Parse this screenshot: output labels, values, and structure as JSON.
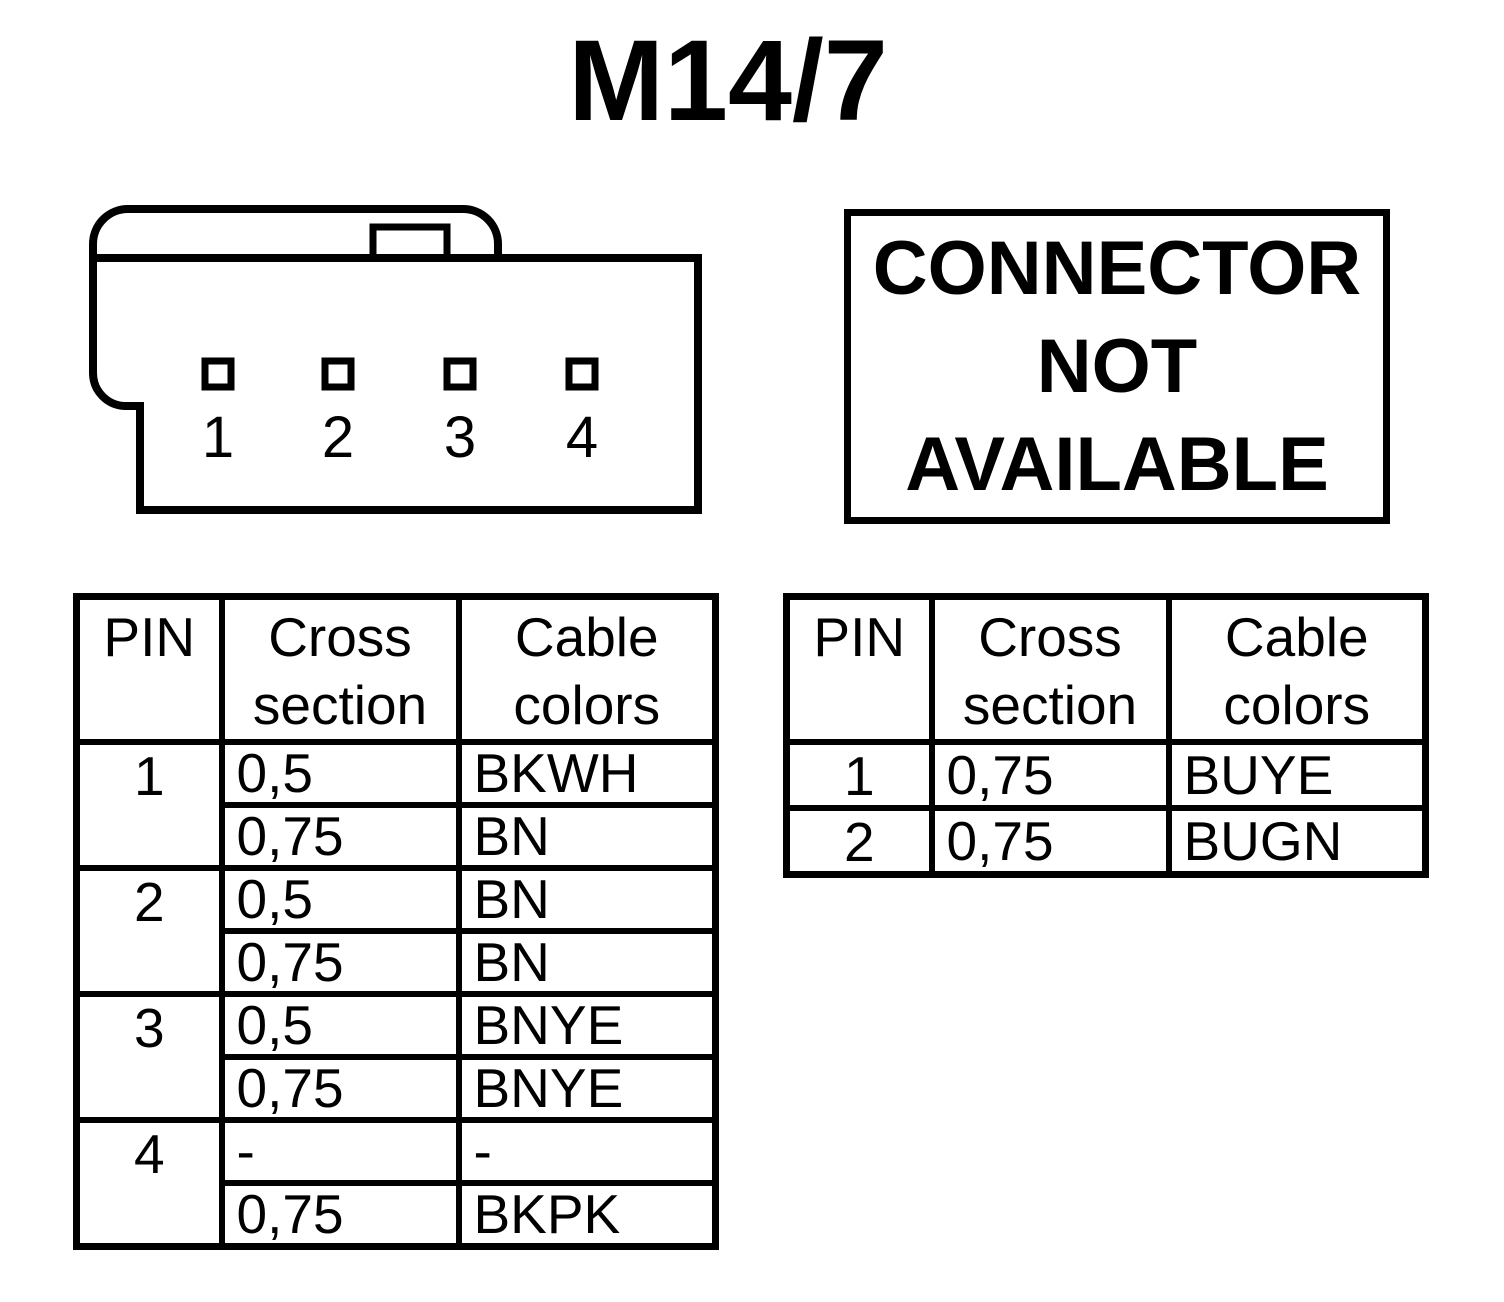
{
  "colors": {
    "ink": "#000000",
    "background": "#ffffff"
  },
  "title": "M14/7",
  "connector": {
    "pin_labels": [
      "1",
      "2",
      "3",
      "4"
    ]
  },
  "notice": {
    "lines": [
      "CONNECTOR",
      "NOT",
      "AVAILABLE"
    ]
  },
  "left_table": {
    "headers": {
      "pin": "PIN",
      "cross": "Cross\nsection",
      "colors": "Cable\ncolors"
    },
    "rows": [
      {
        "pin": "1",
        "entries": [
          {
            "cross": "0,5",
            "color": "BKWH"
          },
          {
            "cross": "0,75",
            "color": "BN"
          }
        ]
      },
      {
        "pin": "2",
        "entries": [
          {
            "cross": "0,5",
            "color": "BN"
          },
          {
            "cross": "0,75",
            "color": "BN"
          }
        ]
      },
      {
        "pin": "3",
        "entries": [
          {
            "cross": "0,5",
            "color": "BNYE"
          },
          {
            "cross": "0,75",
            "color": "BNYE"
          }
        ]
      },
      {
        "pin": "4",
        "entries": [
          {
            "cross": "-",
            "color": "-"
          },
          {
            "cross": "0,75",
            "color": "BKPK"
          }
        ]
      }
    ]
  },
  "right_table": {
    "headers": {
      "pin": "PIN",
      "cross": "Cross\nsection",
      "colors": "Cable\ncolors"
    },
    "rows": [
      {
        "pin": "1",
        "cross": "0,75",
        "color": "BUYE"
      },
      {
        "pin": "2",
        "cross": "0,75",
        "color": "BUGN"
      }
    ]
  }
}
